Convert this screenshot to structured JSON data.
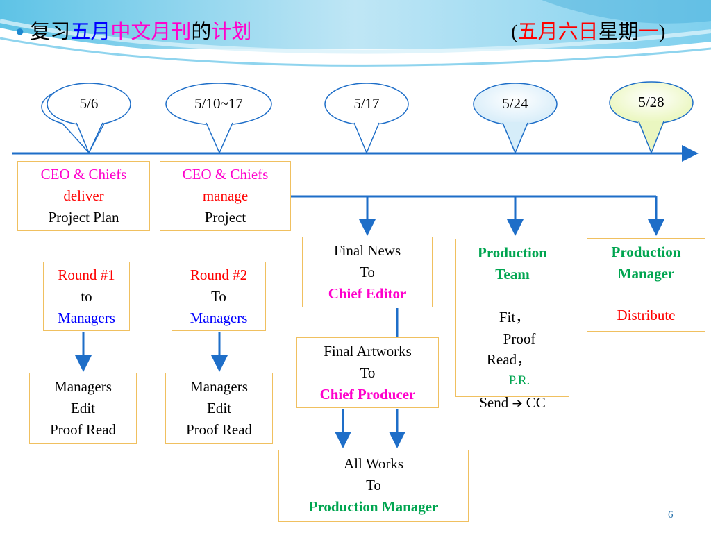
{
  "title": {
    "p1": "复习",
    "p2": "五月",
    "p3": "中文月刊",
    "p4": "的",
    "p5": "计划"
  },
  "date": {
    "open": "(",
    "p1": "五月六日",
    "p2": "星期",
    "p3": "一",
    "close": ")"
  },
  "milestones": [
    "5/6",
    "5/10~17",
    "5/17",
    "5/24",
    "5/28"
  ],
  "boxes": {
    "ceo_deliver": {
      "line1": "CEO & Chiefs",
      "line2": "deliver",
      "line3": "Project Plan"
    },
    "ceo_manage": {
      "line1": "CEO & Chiefs",
      "line2": "manage",
      "line3": "Project"
    },
    "round1": {
      "line1": "Round #1",
      "line2": "to",
      "line3": "Managers"
    },
    "round2": {
      "line1": "Round #2",
      "line2": "To",
      "line3": "Managers"
    },
    "managers1": {
      "line1": "Managers",
      "line2": "Edit",
      "line3": "Proof Read"
    },
    "managers2": {
      "line1": "Managers",
      "line2": "Edit",
      "line3": "Proof Read"
    },
    "final_news": {
      "line1": "Final News",
      "line2": "To",
      "line3": "Chief Editor"
    },
    "final_artworks": {
      "line1": "Final Artworks",
      "line2": "To",
      "line3": "Chief Producer"
    },
    "all_works": {
      "line1": "All Works",
      "line2": "To",
      "line3": "Production Manager"
    },
    "production_team": {
      "line1": "Production",
      "line2": "Team",
      "tasks": [
        "Fit，",
        "Proof",
        "Read，",
        "P.R."
      ],
      "send": "Send",
      "send_arrow": "➔",
      "send_to": "CC"
    },
    "production_manager": {
      "line1": "Production",
      "line2": "Manager",
      "task": "Distribute"
    }
  },
  "page_number": "6",
  "colors": {
    "accent": "#1e6ec8",
    "box_border": "#f0c060",
    "red": "#ff0000",
    "magenta": "#ff00cc",
    "blue": "#0000ff",
    "green": "#00a550"
  }
}
